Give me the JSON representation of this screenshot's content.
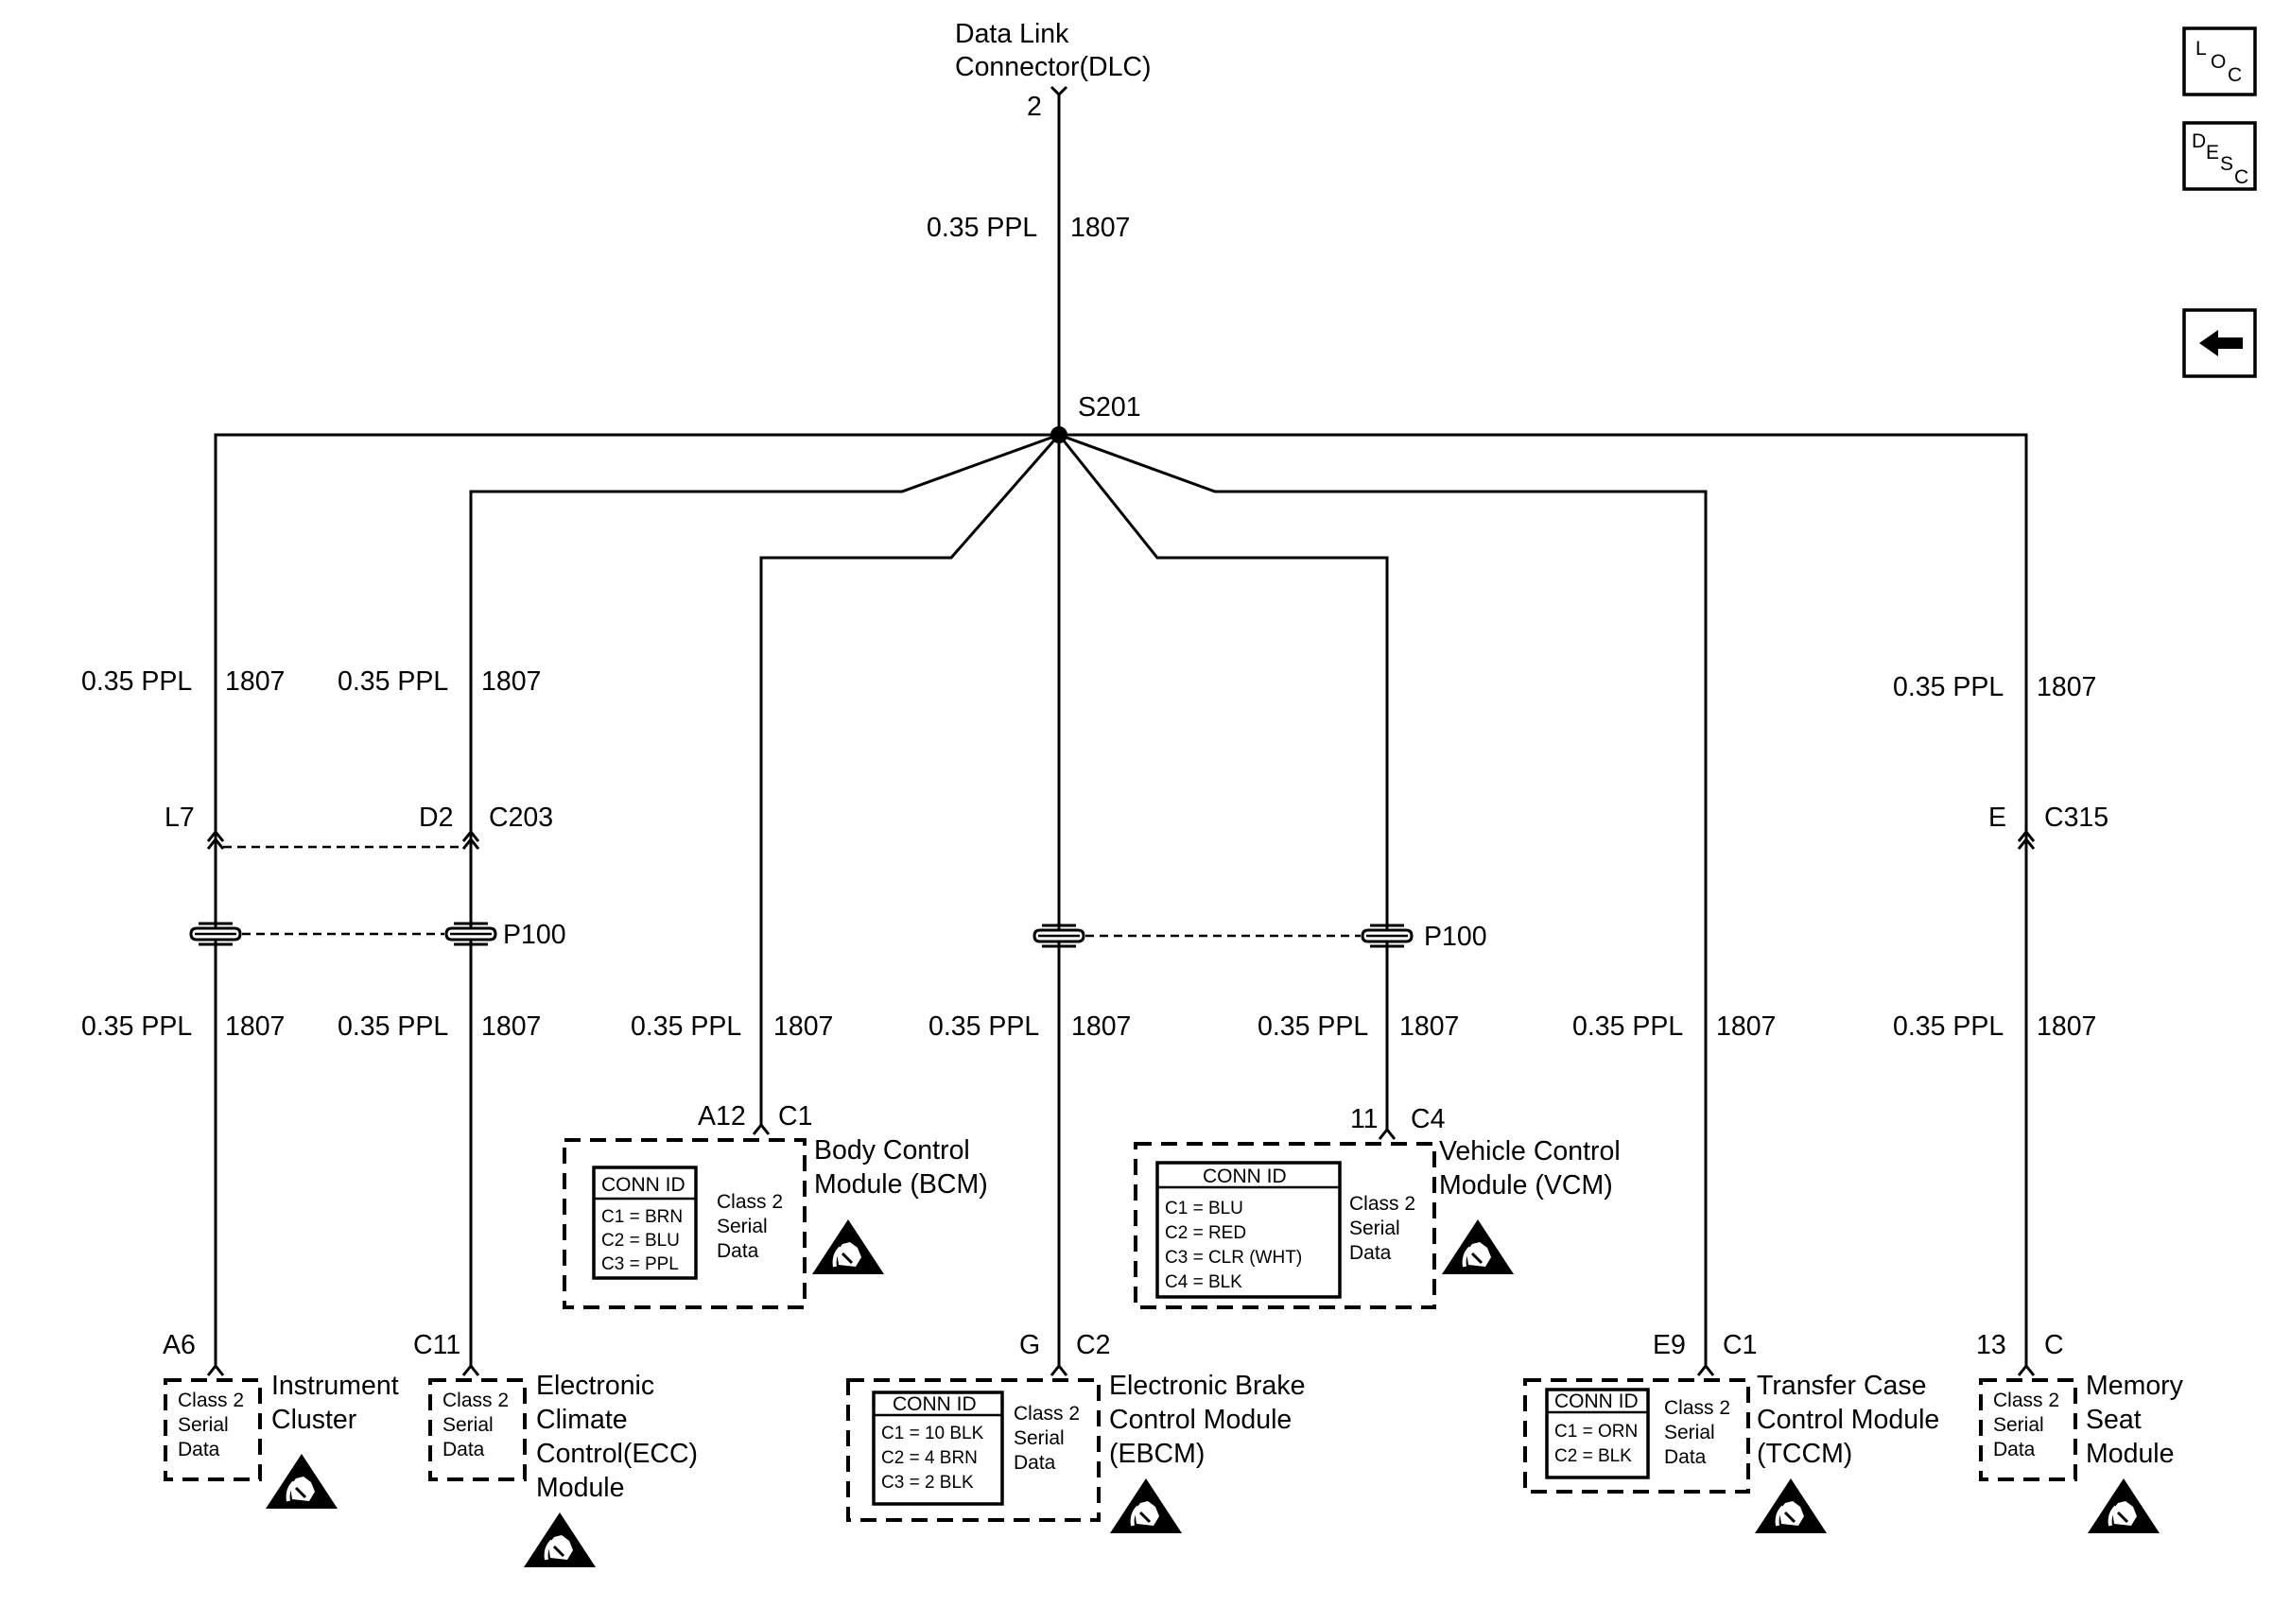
{
  "dlc": {
    "line1": "Data Link",
    "line2": "Connector(DLC)",
    "pin": "2"
  },
  "wire": {
    "gauge": "0.35 PPL",
    "circuit": "1807"
  },
  "splice": "S201",
  "connectors": {
    "c203": "C203",
    "c315": "C315",
    "p100": "P100"
  },
  "pins": {
    "l7": "L7",
    "d2": "D2",
    "e": "E",
    "bcm_pin": "A12",
    "bcm_conn": "C1",
    "vcm_pin": "11",
    "vcm_conn": "C4",
    "ic_pin": "A6",
    "ecc_pin": "C11",
    "ebcm_pin": "G",
    "ebcm_conn": "C2",
    "tccm_pin": "E9",
    "tccm_conn": "C1",
    "msm_pin": "13",
    "msm_conn": "C"
  },
  "serial": {
    "line1": "Class 2",
    "line2": "Serial",
    "line3": "Data"
  },
  "conn_id": "CONN ID",
  "modules": {
    "bcm": {
      "line1": "Body Control",
      "line2": "Module (BCM)",
      "ids": [
        "C1 = BRN",
        "C2 = BLU",
        "C3 = PPL"
      ]
    },
    "vcm": {
      "line1": "Vehicle Control",
      "line2": "Module (VCM)",
      "ids": [
        "C1 = BLU",
        "C2 = RED",
        "C3 = CLR (WHT)",
        "C4 = BLK"
      ]
    },
    "ic": {
      "line1": "Instrument",
      "line2": "Cluster"
    },
    "ecc": {
      "line1": "Electronic",
      "line2": "Climate",
      "line3": "Control(ECC)",
      "line4": "Module"
    },
    "ebcm": {
      "line1": "Electronic Brake",
      "line2": "Control Module",
      "line3": "(EBCM)",
      "ids": [
        "C1 = 10 BLK",
        "C2 = 4 BRN",
        "C3 = 2 BLK"
      ]
    },
    "tccm": {
      "line1": "Transfer Case",
      "line2": "Control Module",
      "line3": "(TCCM)",
      "ids": [
        "C1 = ORN",
        "C2 = BLK"
      ]
    },
    "msm": {
      "line1": "Memory",
      "line2": "Seat",
      "line3": "Module"
    }
  },
  "nav": {
    "loc": [
      "L",
      "O",
      "C"
    ],
    "desc": [
      "D",
      "E",
      "S",
      "C"
    ]
  },
  "icons": {
    "esd": "esd-warning-icon",
    "back": "back-arrow-icon"
  }
}
